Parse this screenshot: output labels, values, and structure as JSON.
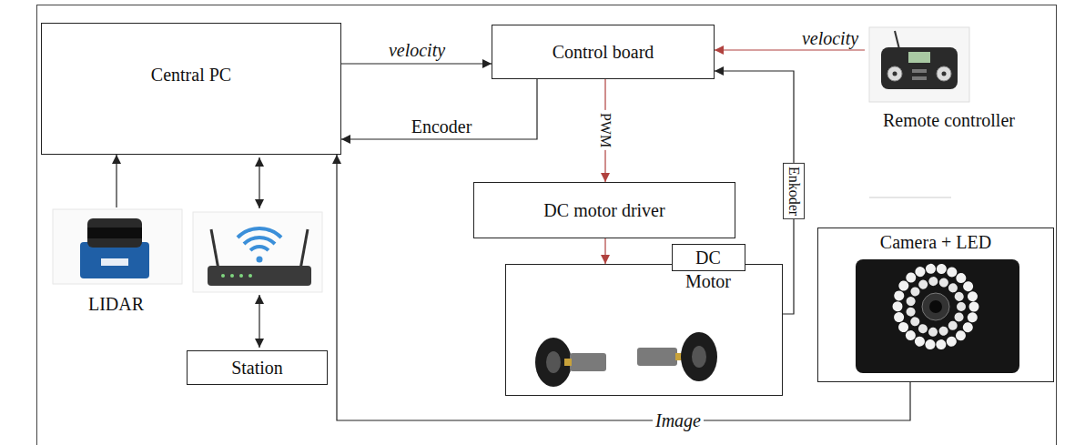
{
  "diagram": {
    "nodes": [
      {
        "text": [
          "Central PC"
        ]
      },
      {
        "text": [
          "Control board"
        ]
      },
      {
        "text": [
          "Remote controller"
        ]
      },
      {
        "text": [
          "DC motor driver"
        ]
      },
      {
        "text": [
          "DC Motor"
        ]
      },
      {
        "text": [
          "Camera + LED"
        ]
      },
      {
        "text": [
          "LIDAR"
        ]
      },
      {
        "text": [
          "Station"
        ]
      }
    ],
    "edges": [
      {
        "from": 0,
        "to": 1,
        "arrow": "to",
        "label": "velocity"
      },
      {
        "from": 1,
        "to": 0,
        "arrow": "to",
        "label": "Encoder"
      },
      {
        "from": 2,
        "to": 1,
        "arrow": "to",
        "label": "velocity"
      },
      {
        "from": 1,
        "to": 3,
        "arrow": "to",
        "label": "PWM"
      },
      {
        "from": 3,
        "to": 4,
        "arrow": "to"
      },
      {
        "from": 4,
        "to": 1,
        "arrow": "to",
        "label": "Enkoder"
      },
      {
        "from": 5,
        "to": 0,
        "arrow": "to",
        "label": "Image"
      },
      {
        "from": 6,
        "to": 0,
        "arrow": "to"
      }
    ]
  }
}
